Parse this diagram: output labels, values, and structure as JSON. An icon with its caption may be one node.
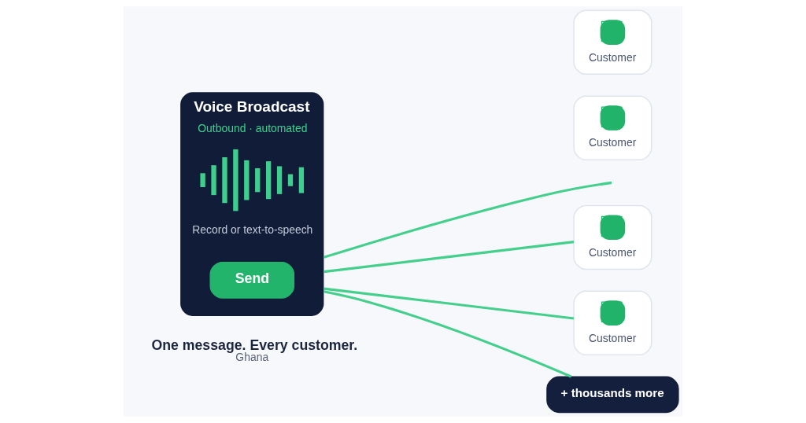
{
  "diagram": {
    "nodes": [
      {
        "text": [
          "Voice Broadcast",
          "Outbound · automated",
          "Record or text-to-speech"
        ],
        "beside": [
          "One message. Every customer.",
          "Ghana"
        ]
      },
      {
        "text": [
          "Send"
        ],
        "in": 0
      },
      {
        "text": [
          "Customer"
        ]
      },
      {
        "text": [
          "Customer"
        ]
      },
      {
        "text": [
          "Customer"
        ]
      },
      {
        "text": [
          "+ thousands more"
        ]
      },
      {
        "text": [
          "Customer"
        ]
      }
    ],
    "edges": [
      {
        "from": 0,
        "to": 2,
        "arrow": "none"
      },
      {
        "from": 0,
        "to": null,
        "arrow": "none"
      },
      {
        "from": 0,
        "to": 4,
        "arrow": "none"
      },
      {
        "from": 0,
        "to": 5,
        "arrow": "none"
      }
    ]
  }
}
